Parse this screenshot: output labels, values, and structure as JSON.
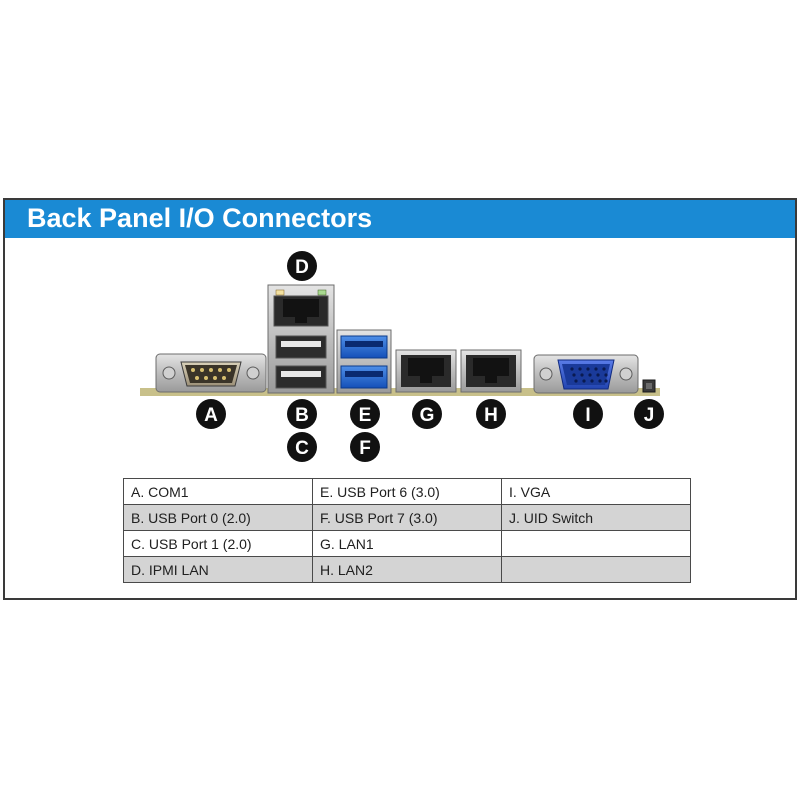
{
  "panel": {
    "title": "Back Panel I/O Connectors",
    "title_color": "#1a8ad4"
  },
  "connectors": {
    "A": {
      "badge": "A",
      "kind": "serial-db9",
      "icon": "com-port-icon"
    },
    "B": {
      "badge": "B",
      "kind": "usb-2.0",
      "icon": "usb-port-icon"
    },
    "C": {
      "badge": "C",
      "kind": "usb-2.0",
      "icon": "usb-port-icon"
    },
    "D": {
      "badge": "D",
      "kind": "rj45",
      "icon": "ethernet-port-icon"
    },
    "E": {
      "badge": "E",
      "kind": "usb-3.0",
      "icon": "usb3-port-icon"
    },
    "F": {
      "badge": "F",
      "kind": "usb-3.0",
      "icon": "usb3-port-icon"
    },
    "G": {
      "badge": "G",
      "kind": "rj45",
      "icon": "ethernet-port-icon"
    },
    "H": {
      "badge": "H",
      "kind": "rj45",
      "icon": "ethernet-port-icon"
    },
    "I": {
      "badge": "I",
      "kind": "vga-db15",
      "icon": "vga-port-icon"
    },
    "J": {
      "badge": "J",
      "kind": "uid-switch",
      "icon": "uid-switch-icon"
    }
  },
  "legend": {
    "rows": [
      [
        "A. COM1",
        "E. USB Port 6 (3.0)",
        "I. VGA"
      ],
      [
        "B. USB Port 0 (2.0)",
        "F. USB Port 7 (3.0)",
        "J. UID Switch"
      ],
      [
        "C. USB Port 1 (2.0)",
        "G. LAN1",
        ""
      ],
      [
        "D. IPMI LAN",
        "H. LAN2",
        ""
      ]
    ]
  }
}
